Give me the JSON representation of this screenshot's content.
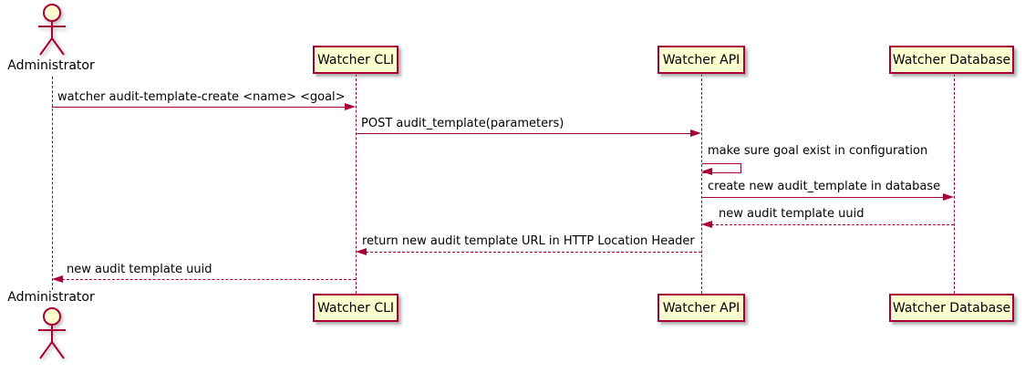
{
  "diagram": {
    "type": "sequence",
    "colors": {
      "line": "#A80036",
      "participant_fill": "#FEFECE",
      "text": "#000000",
      "background": "#FFFFFF"
    },
    "actor": {
      "label": "Administrator",
      "icon": "stick-figure-icon"
    },
    "participants": [
      {
        "label": "Watcher CLI"
      },
      {
        "label": "Watcher API"
      },
      {
        "label": "Watcher Database"
      }
    ],
    "messages": [
      {
        "from": "Administrator",
        "to": "Watcher CLI",
        "label": "watcher audit-template-create <name> <goal>",
        "line": "solid",
        "direction": "right"
      },
      {
        "from": "Watcher CLI",
        "to": "Watcher API",
        "label": "POST audit_template(parameters)",
        "line": "solid",
        "direction": "right"
      },
      {
        "from": "Watcher API",
        "to": "Watcher API",
        "label": "make sure goal exist in configuration",
        "line": "solid",
        "direction": "self"
      },
      {
        "from": "Watcher API",
        "to": "Watcher Database",
        "label": "create new audit_template in database",
        "line": "solid",
        "direction": "right"
      },
      {
        "from": "Watcher Database",
        "to": "Watcher API",
        "label": "new audit template uuid",
        "line": "dashed",
        "direction": "left"
      },
      {
        "from": "Watcher API",
        "to": "Watcher CLI",
        "label": "return new audit template URL in HTTP Location Header",
        "line": "dashed",
        "direction": "left"
      },
      {
        "from": "Watcher CLI",
        "to": "Administrator",
        "label": "new audit template uuid",
        "line": "dashed",
        "direction": "left"
      }
    ]
  }
}
